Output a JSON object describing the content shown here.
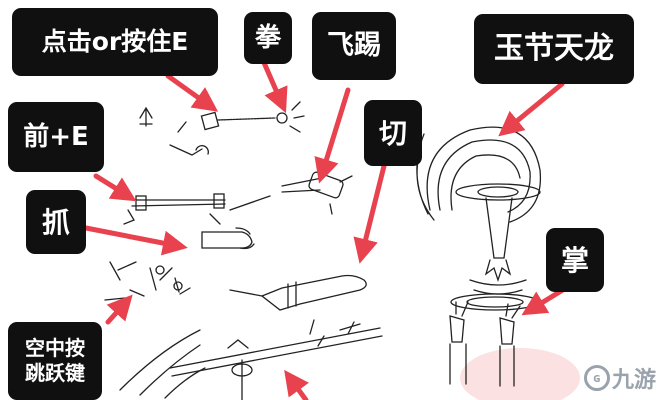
{
  "labels": {
    "tap_or_hold_e": "点击or按住E",
    "fist": "拳",
    "flying_kick": "飞踢",
    "jade_dragon": "玉节天龙",
    "forward_e": "前+E",
    "cut": "切",
    "grab": "抓",
    "palm": "掌",
    "air_jump": "空中按\n跳跃键"
  },
  "watermark": {
    "logo_icon": "g-swirl-icon",
    "text": "九游"
  },
  "colors": {
    "label_bg": "#101010",
    "label_text": "#ffffff",
    "arrow": "#e8424f",
    "sketch": "#222222"
  }
}
